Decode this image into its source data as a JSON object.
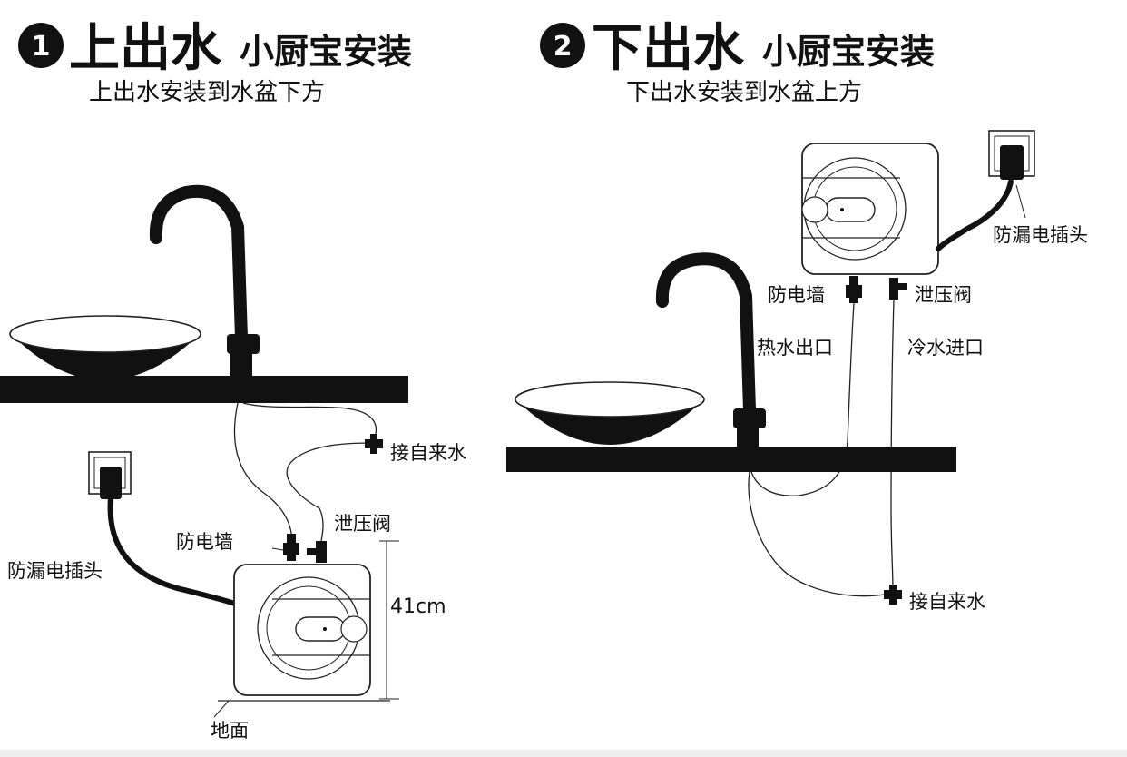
{
  "left": {
    "number": "1",
    "title_big": "上出水",
    "title_small": "小厨宝安装",
    "subtitle": "上出水安装到水盆下方",
    "labels": {
      "tap_water": "接自来水",
      "pressure_valve": "泄压阀",
      "anti_shock_wall": "防电墙",
      "leakage_plug": "防漏电插头",
      "height": "41cm",
      "floor": "地面"
    }
  },
  "right": {
    "number": "2",
    "title_big": "下出水",
    "title_small": "小厨宝安装",
    "subtitle": "下出水安装到水盆上方",
    "labels": {
      "leakage_plug": "防漏电插头",
      "anti_shock_wall": "防电墙",
      "pressure_valve": "泄压阀",
      "hot_water_outlet": "热水出口",
      "cold_water_inlet": "冷水进口",
      "tap_water": "接自来水"
    }
  }
}
